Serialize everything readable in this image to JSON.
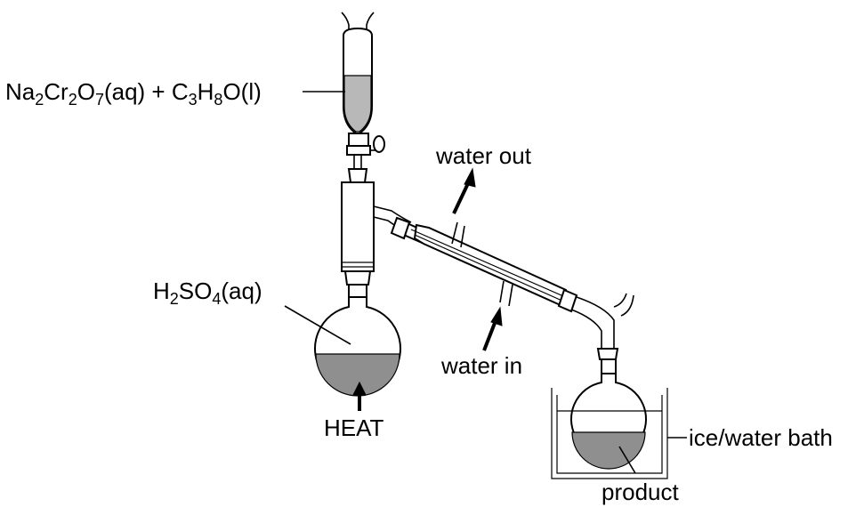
{
  "labels": {
    "reagent": {
      "parts": [
        {
          "t": "Na",
          "sub": false
        },
        {
          "t": "2",
          "sub": true
        },
        {
          "t": "Cr",
          "sub": false
        },
        {
          "t": "2",
          "sub": true
        },
        {
          "t": "O",
          "sub": false
        },
        {
          "t": "7",
          "sub": true
        },
        {
          "t": "(aq) + C",
          "sub": false
        },
        {
          "t": "3",
          "sub": true
        },
        {
          "t": "H",
          "sub": false
        },
        {
          "t": "8",
          "sub": true
        },
        {
          "t": "O(l)",
          "sub": false
        }
      ]
    },
    "acid": {
      "parts": [
        {
          "t": "H",
          "sub": false
        },
        {
          "t": "2",
          "sub": true
        },
        {
          "t": "SO",
          "sub": false
        },
        {
          "t": "4",
          "sub": true
        },
        {
          "t": "(aq)",
          "sub": false
        }
      ]
    },
    "water_out": "water out",
    "water_in": "water in",
    "heat": "HEAT",
    "bath": "ice/water bath",
    "product": "product"
  }
}
